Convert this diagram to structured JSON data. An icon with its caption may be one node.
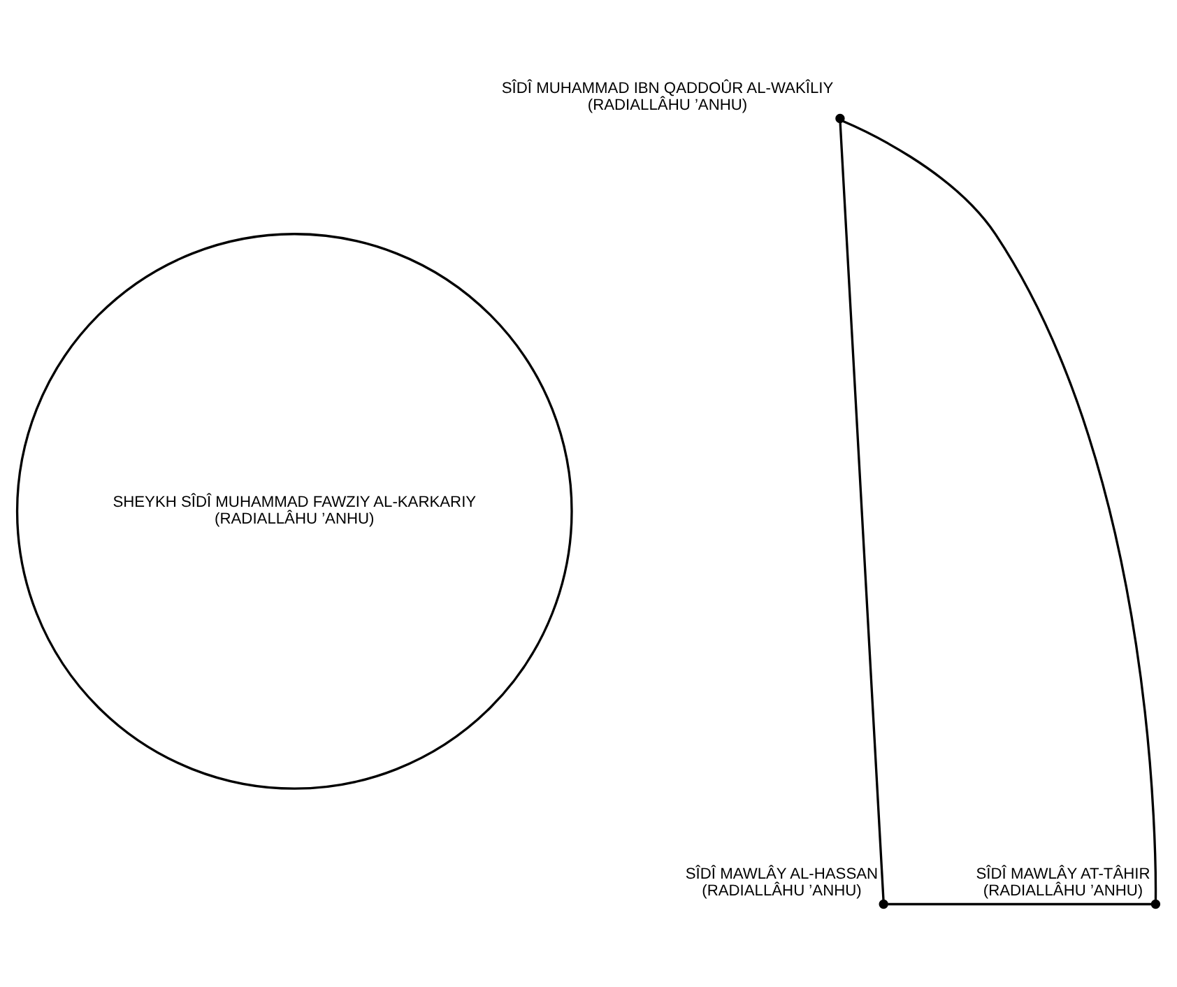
{
  "diagram": {
    "nodes": [
      {
        "text": [],
        "shape": "circle",
        "beside": [
          "SÎDÎ MUHAMMAD IBN QADDOÛR AL-WAKÎLIY",
          "(RADIALLÂHU ’ANHU)"
        ]
      },
      {
        "text": [
          "SHEYKH SÎDÎ MUHAMMAD FAWZIY AL-KARKARIY",
          "(RADIALLÂHU ’ANHU)"
        ]
      },
      {
        "text": [],
        "shape": "circle",
        "beside": [
          "SÎDÎ MAWLÂY AL-HASSAN",
          "(RADIALLÂHU ’ANHU)"
        ]
      },
      {
        "text": [],
        "shape": "circle",
        "beside": [
          "SÎDÎ MAWLÂY AT-TÂHIR",
          "(RADIALLÂHU ’ANHU)"
        ]
      }
    ],
    "edges": [
      {
        "from": 0,
        "to": 2,
        "arrow": "none"
      },
      {
        "from": 0,
        "to": 3,
        "arrow": "none"
      },
      {
        "from": 2,
        "to": 3,
        "arrow": "none"
      }
    ]
  }
}
